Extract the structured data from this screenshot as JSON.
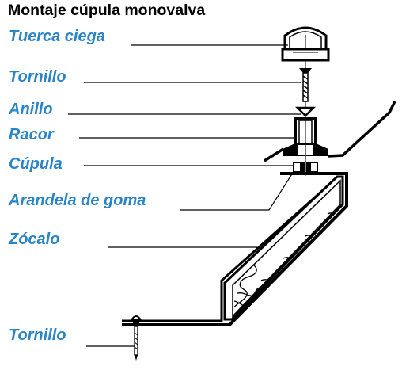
{
  "title": "Montaje cúpula monovalva",
  "labels": [
    {
      "key": "tuerca",
      "text": "Tuerca ciega"
    },
    {
      "key": "tornillo_top",
      "text": "Tornillo"
    },
    {
      "key": "anillo",
      "text": "Anillo"
    },
    {
      "key": "racor",
      "text": "Racor"
    },
    {
      "key": "cupula",
      "text": "Cúpula"
    },
    {
      "key": "arandela",
      "text": "Arandela de goma"
    },
    {
      "key": "zocalo",
      "text": "Zócalo"
    },
    {
      "key": "tornillo_bottom",
      "text": "Tornillo"
    }
  ],
  "colors": {
    "label": "#2b84c6",
    "title": "#000000",
    "line": "#000000"
  }
}
